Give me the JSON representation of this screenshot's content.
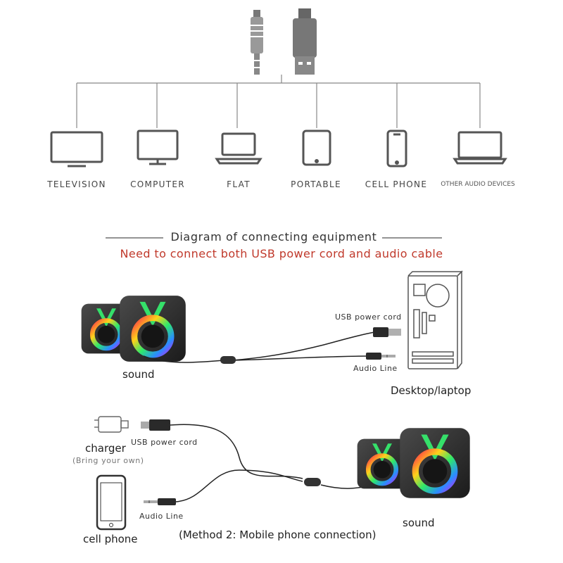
{
  "connectors": [
    "3.5mm-jack-icon",
    "usb-plug-icon"
  ],
  "devices": [
    {
      "label": "TELEVISION",
      "icon": "tv-icon"
    },
    {
      "label": "COMPUTER",
      "icon": "monitor-icon"
    },
    {
      "label": "FLAT",
      "icon": "laptop-icon"
    },
    {
      "label": "PORTABLE",
      "icon": "tablet-icon"
    },
    {
      "label": "CELL PHONE",
      "icon": "phone-icon"
    },
    {
      "label": "OTHER AUDIO DEVICES",
      "icon": "laptop-icon"
    }
  ],
  "diagram": {
    "title": "Diagram of connecting equipment",
    "subtitle": "Need to connect both USB power cord and audio cable"
  },
  "method1": {
    "usb_label": "USB power cord",
    "audio_label": "Audio Line",
    "speaker_label": "sound",
    "computer_label": "Desktop/laptop"
  },
  "method2": {
    "charger_label": "charger",
    "charger_note": "(Bring your own)",
    "usb_label": "USB power cord",
    "audio_label": "Audio Line",
    "phone_label": "cell phone",
    "speaker_label": "sound",
    "caption": "(Method 2: Mobile phone connection)"
  },
  "colors": {
    "accent": "#c0392b",
    "line": "#888888",
    "device": "#555555",
    "speaker": "#2b2b2b"
  }
}
